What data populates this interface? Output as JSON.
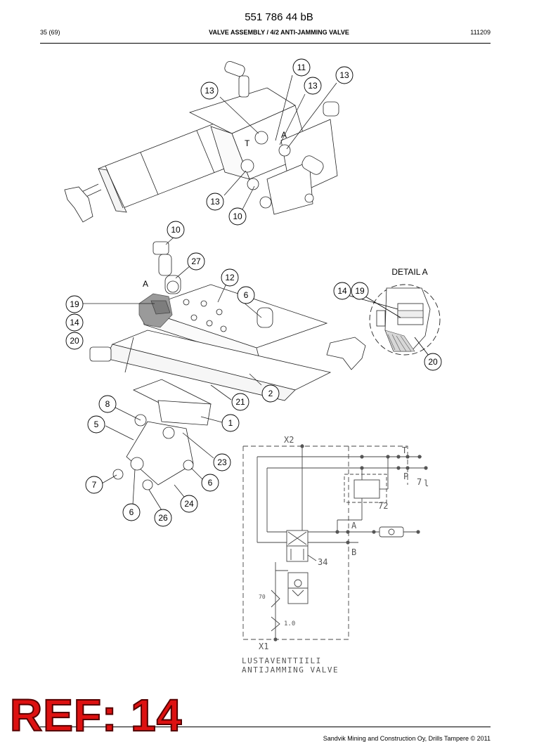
{
  "header": {
    "doc_number": "551 786 44 bB",
    "page": "35 (69)",
    "title": "VALVE ASSEMBLY / 4/2 ANTI-JAMMING VALVE",
    "date": "111209"
  },
  "top_view": {
    "callouts": [
      "11",
      "13",
      "13",
      "13",
      "13",
      "10"
    ],
    "port_marks": [
      "T",
      "A"
    ]
  },
  "main_view": {
    "section_mark": "A",
    "callouts": [
      "10",
      "27",
      "12",
      "6",
      "19",
      "14",
      "20",
      "2",
      "21",
      "1",
      "8",
      "5",
      "23",
      "6",
      "7",
      "24",
      "6",
      "26"
    ]
  },
  "detail": {
    "title": "DETAIL A",
    "callouts": [
      "14",
      "19",
      "20"
    ]
  },
  "schematic": {
    "ports": [
      "X2",
      "T",
      "P",
      "A",
      "B",
      "X1"
    ],
    "marks": [
      "7",
      "l",
      "72",
      "34",
      "70",
      "1.0"
    ],
    "caption_line1": "LUSTAVENTTIILI",
    "caption_line2": "ANTIJAMMING VALVE"
  },
  "stamp": "REF: 14",
  "footer": {
    "copyright": "Sandvik Mining and Construction Oy, Drills Tampere © 2011"
  }
}
